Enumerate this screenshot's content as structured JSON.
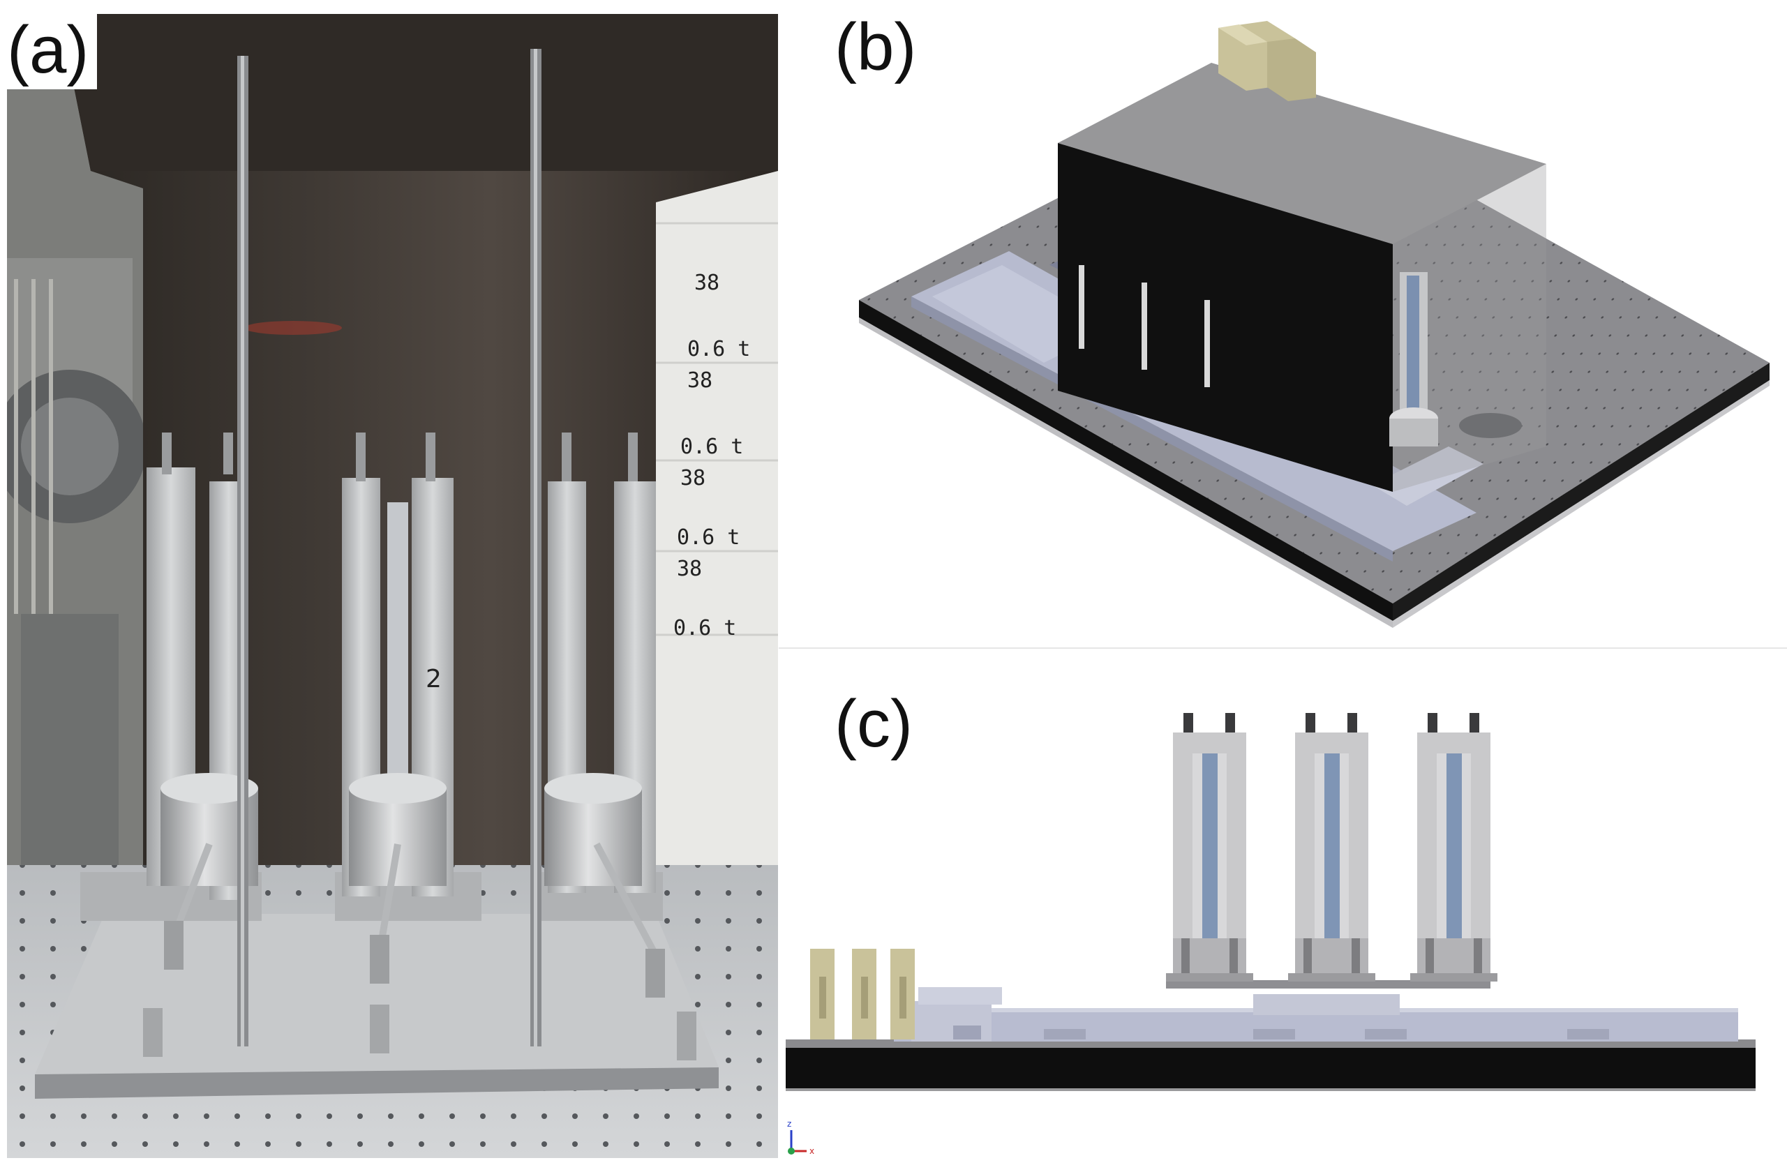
{
  "figure": {
    "panels": [
      {
        "id": "a",
        "label": "(a)",
        "kind": "photograph"
      },
      {
        "id": "b",
        "label": "(b)",
        "kind": "cad-isometric"
      },
      {
        "id": "c",
        "label": "(c)",
        "kind": "cad-side-view"
      }
    ]
  },
  "photo_text": {
    "crate_labels": [
      "38",
      "0.6 t",
      "38",
      "0.6 t",
      "38",
      "0.6 t",
      "38",
      "0.6 t"
    ],
    "holder_number": "2"
  },
  "axis_triad": {
    "z": "z",
    "x": "x"
  },
  "colors": {
    "panel_label": "#111111",
    "steel_plate": "#3b3732",
    "aluminum": "#c9c9c9",
    "cad_gray": "#8e8e92",
    "cad_black": "#0e0e0e",
    "cad_blue": "#7f95b5",
    "cad_tan": "#c9c29a",
    "rail_lavender": "#b8bcd0"
  }
}
